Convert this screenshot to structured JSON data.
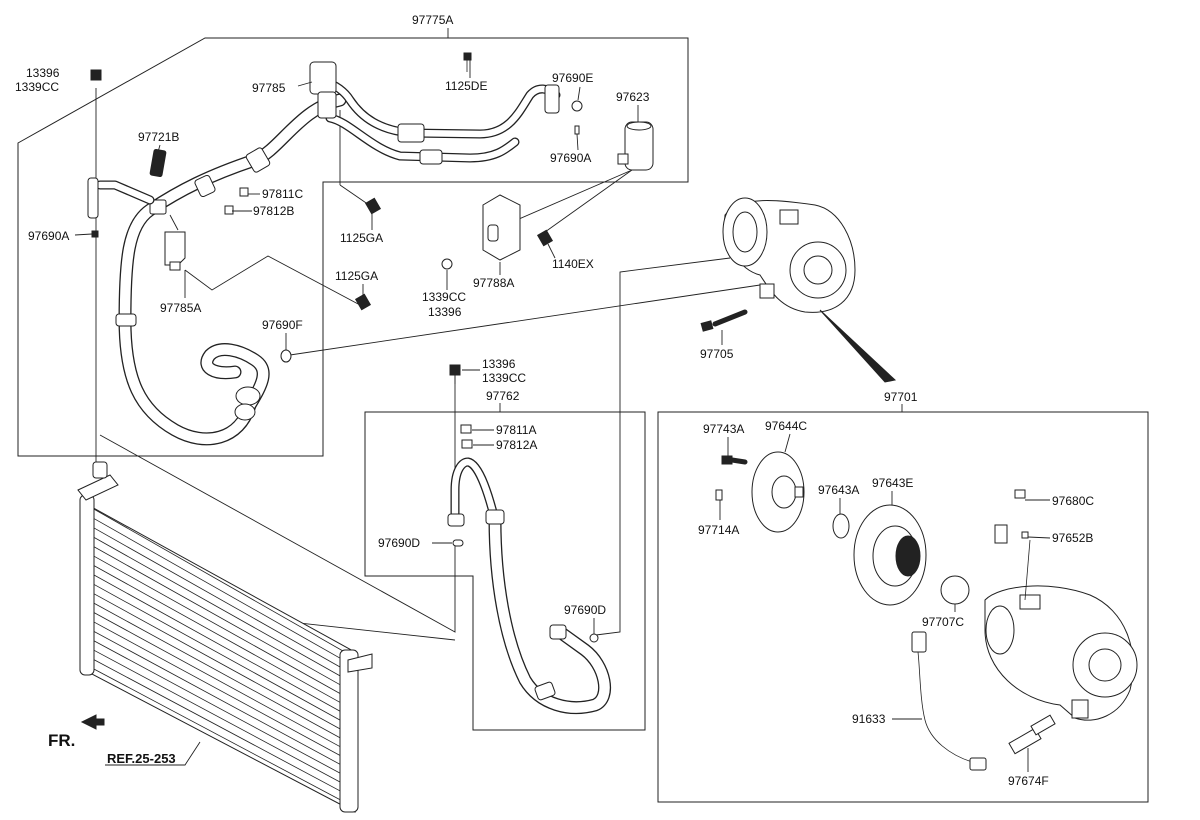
{
  "labels": {
    "p97775A": "97775A",
    "p13396_a": "13396",
    "p1339CC_a": "1339CC",
    "p97785": "97785",
    "p1125DE": "1125DE",
    "p97690E": "97690E",
    "p97623": "97623",
    "p97721B": "97721B",
    "p97811C": "97811C",
    "p97812B": "97812B",
    "p97690A_r": "97690A",
    "p1125GA_a": "1125GA",
    "p97690A_l": "97690A",
    "p1140EX": "1140EX",
    "p97788A": "97788A",
    "p1339CC_b": "1339CC",
    "p13396_b": "13396",
    "p1125GA_b": "1125GA",
    "p97785A": "97785A",
    "p97690F": "97690F",
    "p97705": "97705",
    "p13396_c": "13396",
    "p1339CC_c": "1339CC",
    "p97762": "97762",
    "p97811A": "97811A",
    "p97812A": "97812A",
    "p97690D_l": "97690D",
    "p97690D_r": "97690D",
    "p97701": "97701",
    "p97743A": "97743A",
    "p97644C": "97644C",
    "p97643A": "97643A",
    "p97643E": "97643E",
    "p97680C": "97680C",
    "p97714A": "97714A",
    "p97652B": "97652B",
    "p97707C": "97707C",
    "p91633": "91633",
    "p97674F": "97674F",
    "fr": "FR.",
    "ref": "REF.25-253"
  },
  "icons": {
    "direction": "forward-arrow-icon",
    "condenser": "condenser-icon",
    "compressor": "compressor-icon"
  }
}
